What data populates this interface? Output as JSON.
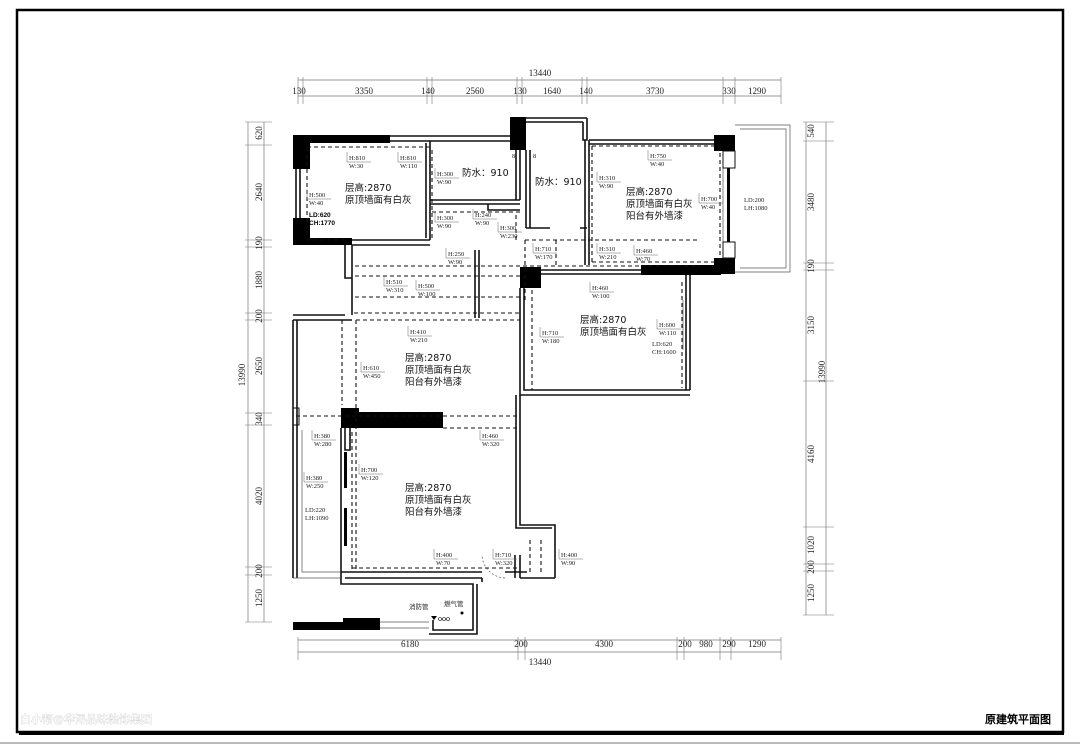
{
  "drawing_title": "原建筑平面图",
  "watermark": "白小帮@华浔品味装饰集团",
  "dimensions": {
    "top_total": "13440",
    "top_segments": [
      "130",
      "3350",
      "140",
      "2560",
      "130",
      "1640",
      "140",
      "3730",
      "330",
      "1290"
    ],
    "bottom_total": "13440",
    "bottom_segments": [
      "6180",
      "200",
      "4300",
      "200",
      "980",
      "290",
      "1290"
    ],
    "left_total": "13990",
    "left_segments": [
      "620",
      "2640",
      "190",
      "1880",
      "200",
      "2650",
      "340",
      "4020",
      "200",
      "1250"
    ],
    "right_total": "13990",
    "right_segments": [
      "540",
      "3480",
      "190",
      "3150",
      "4160",
      "1020",
      "200",
      "1250"
    ]
  },
  "rooms": [
    {
      "lines": [
        "层高:2870",
        "原顶墙面有白灰"
      ]
    },
    {
      "lines": [
        "防水：910"
      ]
    },
    {
      "lines": [
        "防水：910"
      ]
    },
    {
      "lines": [
        "层高:2870",
        "原顶墙面有白灰",
        "阳台有外墙漆"
      ]
    },
    {
      "lines": [
        "层高:2870",
        "原顶墙面有白灰"
      ]
    },
    {
      "lines": [
        "层高:2870",
        "原顶墙面有白灰",
        "阳台有外墙漆"
      ]
    },
    {
      "lines": [
        "层高:2870",
        "原顶墙面有白灰",
        "阳台有外墙漆"
      ]
    }
  ],
  "beams": [
    [
      "H:810",
      "W:30"
    ],
    [
      "H:810",
      "W:110"
    ],
    [
      "H:500",
      "W:40"
    ],
    [
      "H:300",
      "W:90"
    ],
    [
      "H:300",
      "W:90"
    ],
    [
      "H:240",
      "W:90"
    ],
    [
      "H:300",
      "W:230"
    ],
    [
      "H:250",
      "W:90"
    ],
    [
      "H:510",
      "W:310"
    ],
    [
      "H:500",
      "W:100"
    ],
    [
      "H:750",
      "W:40"
    ],
    [
      "H:310",
      "W:90"
    ],
    [
      "H:700",
      "W:40"
    ],
    [
      "H:710",
      "W:170"
    ],
    [
      "H:310",
      "W:210"
    ],
    [
      "H:460",
      "W:70"
    ],
    [
      "H:460",
      "W:100"
    ],
    [
      "H:710",
      "W:180"
    ],
    [
      "H:600",
      "W:110"
    ],
    [
      "H:410",
      "W:210"
    ],
    [
      "H:610",
      "W:450"
    ],
    [
      "H:380",
      "W:280"
    ],
    [
      "H:460",
      "W:320"
    ],
    [
      "H:700",
      "W:120"
    ],
    [
      "H:380",
      "W:250"
    ],
    [
      "H:400",
      "W:70"
    ],
    [
      "H:710",
      "W:320"
    ],
    [
      "H:400",
      "W:90"
    ]
  ],
  "windows": [
    [
      "LD:620",
      "CH:1770"
    ],
    [
      "LD:200",
      "LH:1080"
    ],
    [
      "LD:620",
      "CH:1600"
    ],
    [
      "LD:220",
      "LH:1090"
    ]
  ],
  "pipes": {
    "fire": "消防管",
    "gas": "燃气管"
  }
}
